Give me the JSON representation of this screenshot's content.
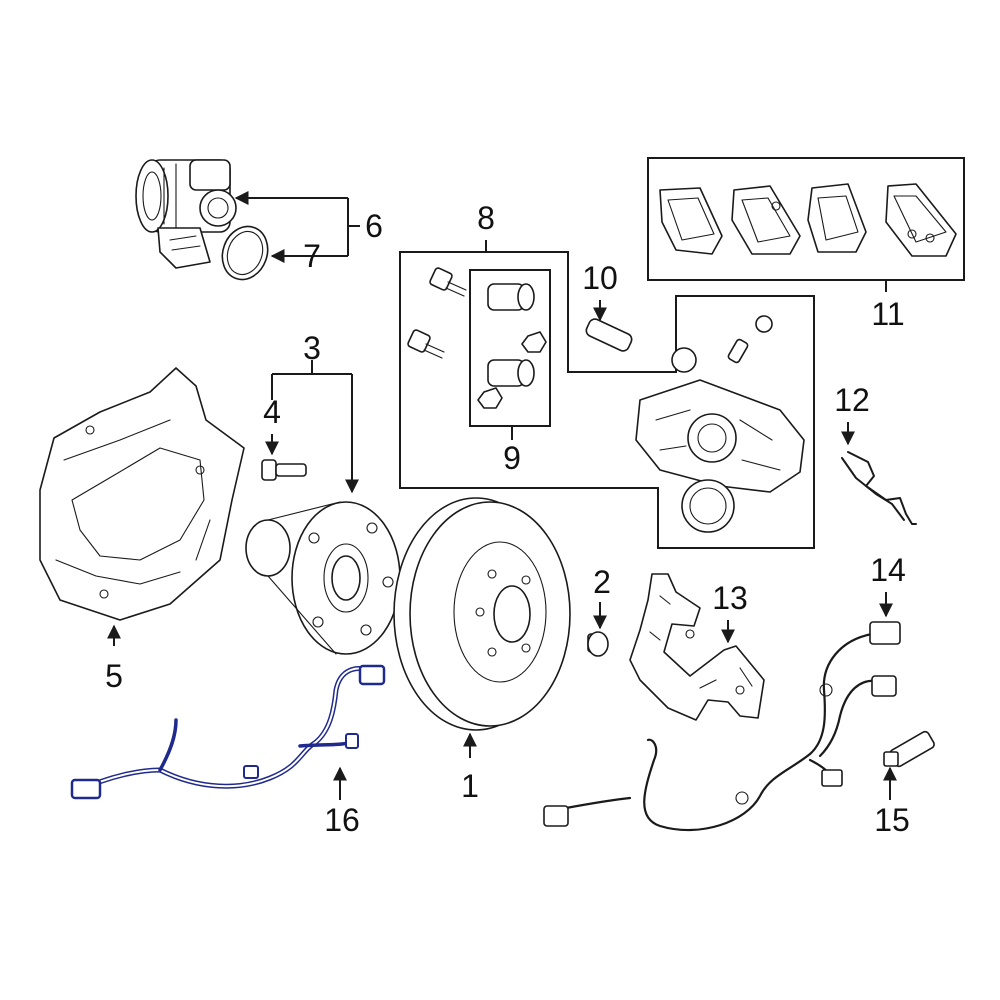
{
  "colors": {
    "highlight": "#1f2a8c",
    "ink": "#1a1a1a",
    "background": "#ffffff"
  },
  "callouts": {
    "c1": "1",
    "c2": "2",
    "c3": "3",
    "c4": "4",
    "c5": "5",
    "c6": "6",
    "c7": "7",
    "c8": "8",
    "c9": "9",
    "c10": "10",
    "c11": "11",
    "c12": "12",
    "c13": "13",
    "c14": "14",
    "c15": "15",
    "c16": "16"
  }
}
